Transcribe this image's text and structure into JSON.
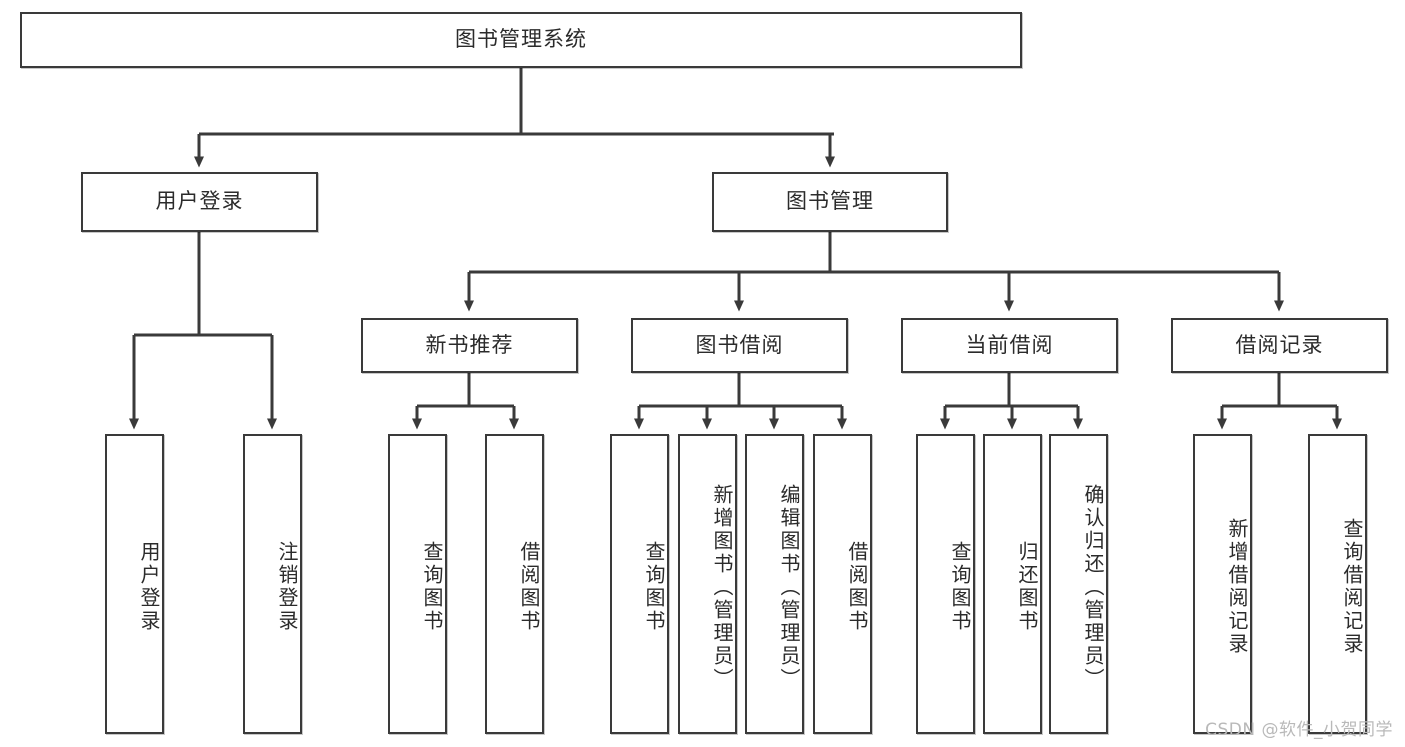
{
  "diagram": {
    "title": "图书管理系统",
    "type": "hierarchy-tree",
    "watermark": "CSDN @软件_小贺同学",
    "colors": {
      "stroke": "#3a3a3a",
      "fill": "#ffffff",
      "text": "#2b2b2b",
      "watermark": "#b9b9b9"
    },
    "nodes": {
      "root": {
        "label": "图书管理系统",
        "level": 0,
        "orientation": "horizontal"
      },
      "l1": [
        {
          "id": "user_login",
          "label": "用户登录",
          "level": 1,
          "orientation": "horizontal"
        },
        {
          "id": "book_mgmt",
          "label": "图书管理",
          "level": 1,
          "orientation": "horizontal"
        }
      ],
      "l2": [
        {
          "id": "new_book_rec",
          "label": "新书推荐",
          "level": 2,
          "orientation": "horizontal",
          "parent": "book_mgmt"
        },
        {
          "id": "book_borrow",
          "label": "图书借阅",
          "level": 2,
          "orientation": "horizontal",
          "parent": "book_mgmt"
        },
        {
          "id": "current_borrow",
          "label": "当前借阅",
          "level": 2,
          "orientation": "horizontal",
          "parent": "book_mgmt"
        },
        {
          "id": "borrow_record",
          "label": "借阅记录",
          "level": 2,
          "orientation": "horizontal",
          "parent": "book_mgmt"
        }
      ],
      "leaves": [
        {
          "id": "leaf_user_login",
          "label": "用户登录",
          "parent": "user_login",
          "orientation": "vertical"
        },
        {
          "id": "leaf_user_logout",
          "label": "注销登录",
          "parent": "user_login",
          "orientation": "vertical"
        },
        {
          "id": "leaf_query_book_1",
          "label": "查询图书",
          "parent": "new_book_rec",
          "orientation": "vertical"
        },
        {
          "id": "leaf_borrow_book_1",
          "label": "借阅图书",
          "parent": "new_book_rec",
          "orientation": "vertical"
        },
        {
          "id": "leaf_query_book_2",
          "label": "查询图书",
          "parent": "book_borrow",
          "orientation": "vertical"
        },
        {
          "id": "leaf_add_book",
          "label": "新增图书（管理员）",
          "parent": "book_borrow",
          "orientation": "vertical"
        },
        {
          "id": "leaf_edit_book",
          "label": "编辑图书（管理员）",
          "parent": "book_borrow",
          "orientation": "vertical"
        },
        {
          "id": "leaf_borrow_book_2",
          "label": "借阅图书",
          "parent": "book_borrow",
          "orientation": "vertical"
        },
        {
          "id": "leaf_query_book_3",
          "label": "查询图书",
          "parent": "current_borrow",
          "orientation": "vertical"
        },
        {
          "id": "leaf_return_book",
          "label": "归还图书",
          "parent": "current_borrow",
          "orientation": "vertical"
        },
        {
          "id": "leaf_confirm_return",
          "label": "确认归还（管理员）",
          "parent": "current_borrow",
          "orientation": "vertical"
        },
        {
          "id": "leaf_add_record",
          "label": "新增借阅记录",
          "parent": "borrow_record",
          "orientation": "vertical"
        },
        {
          "id": "leaf_query_record",
          "label": "查询借阅记录",
          "parent": "borrow_record",
          "orientation": "vertical"
        }
      ]
    }
  }
}
